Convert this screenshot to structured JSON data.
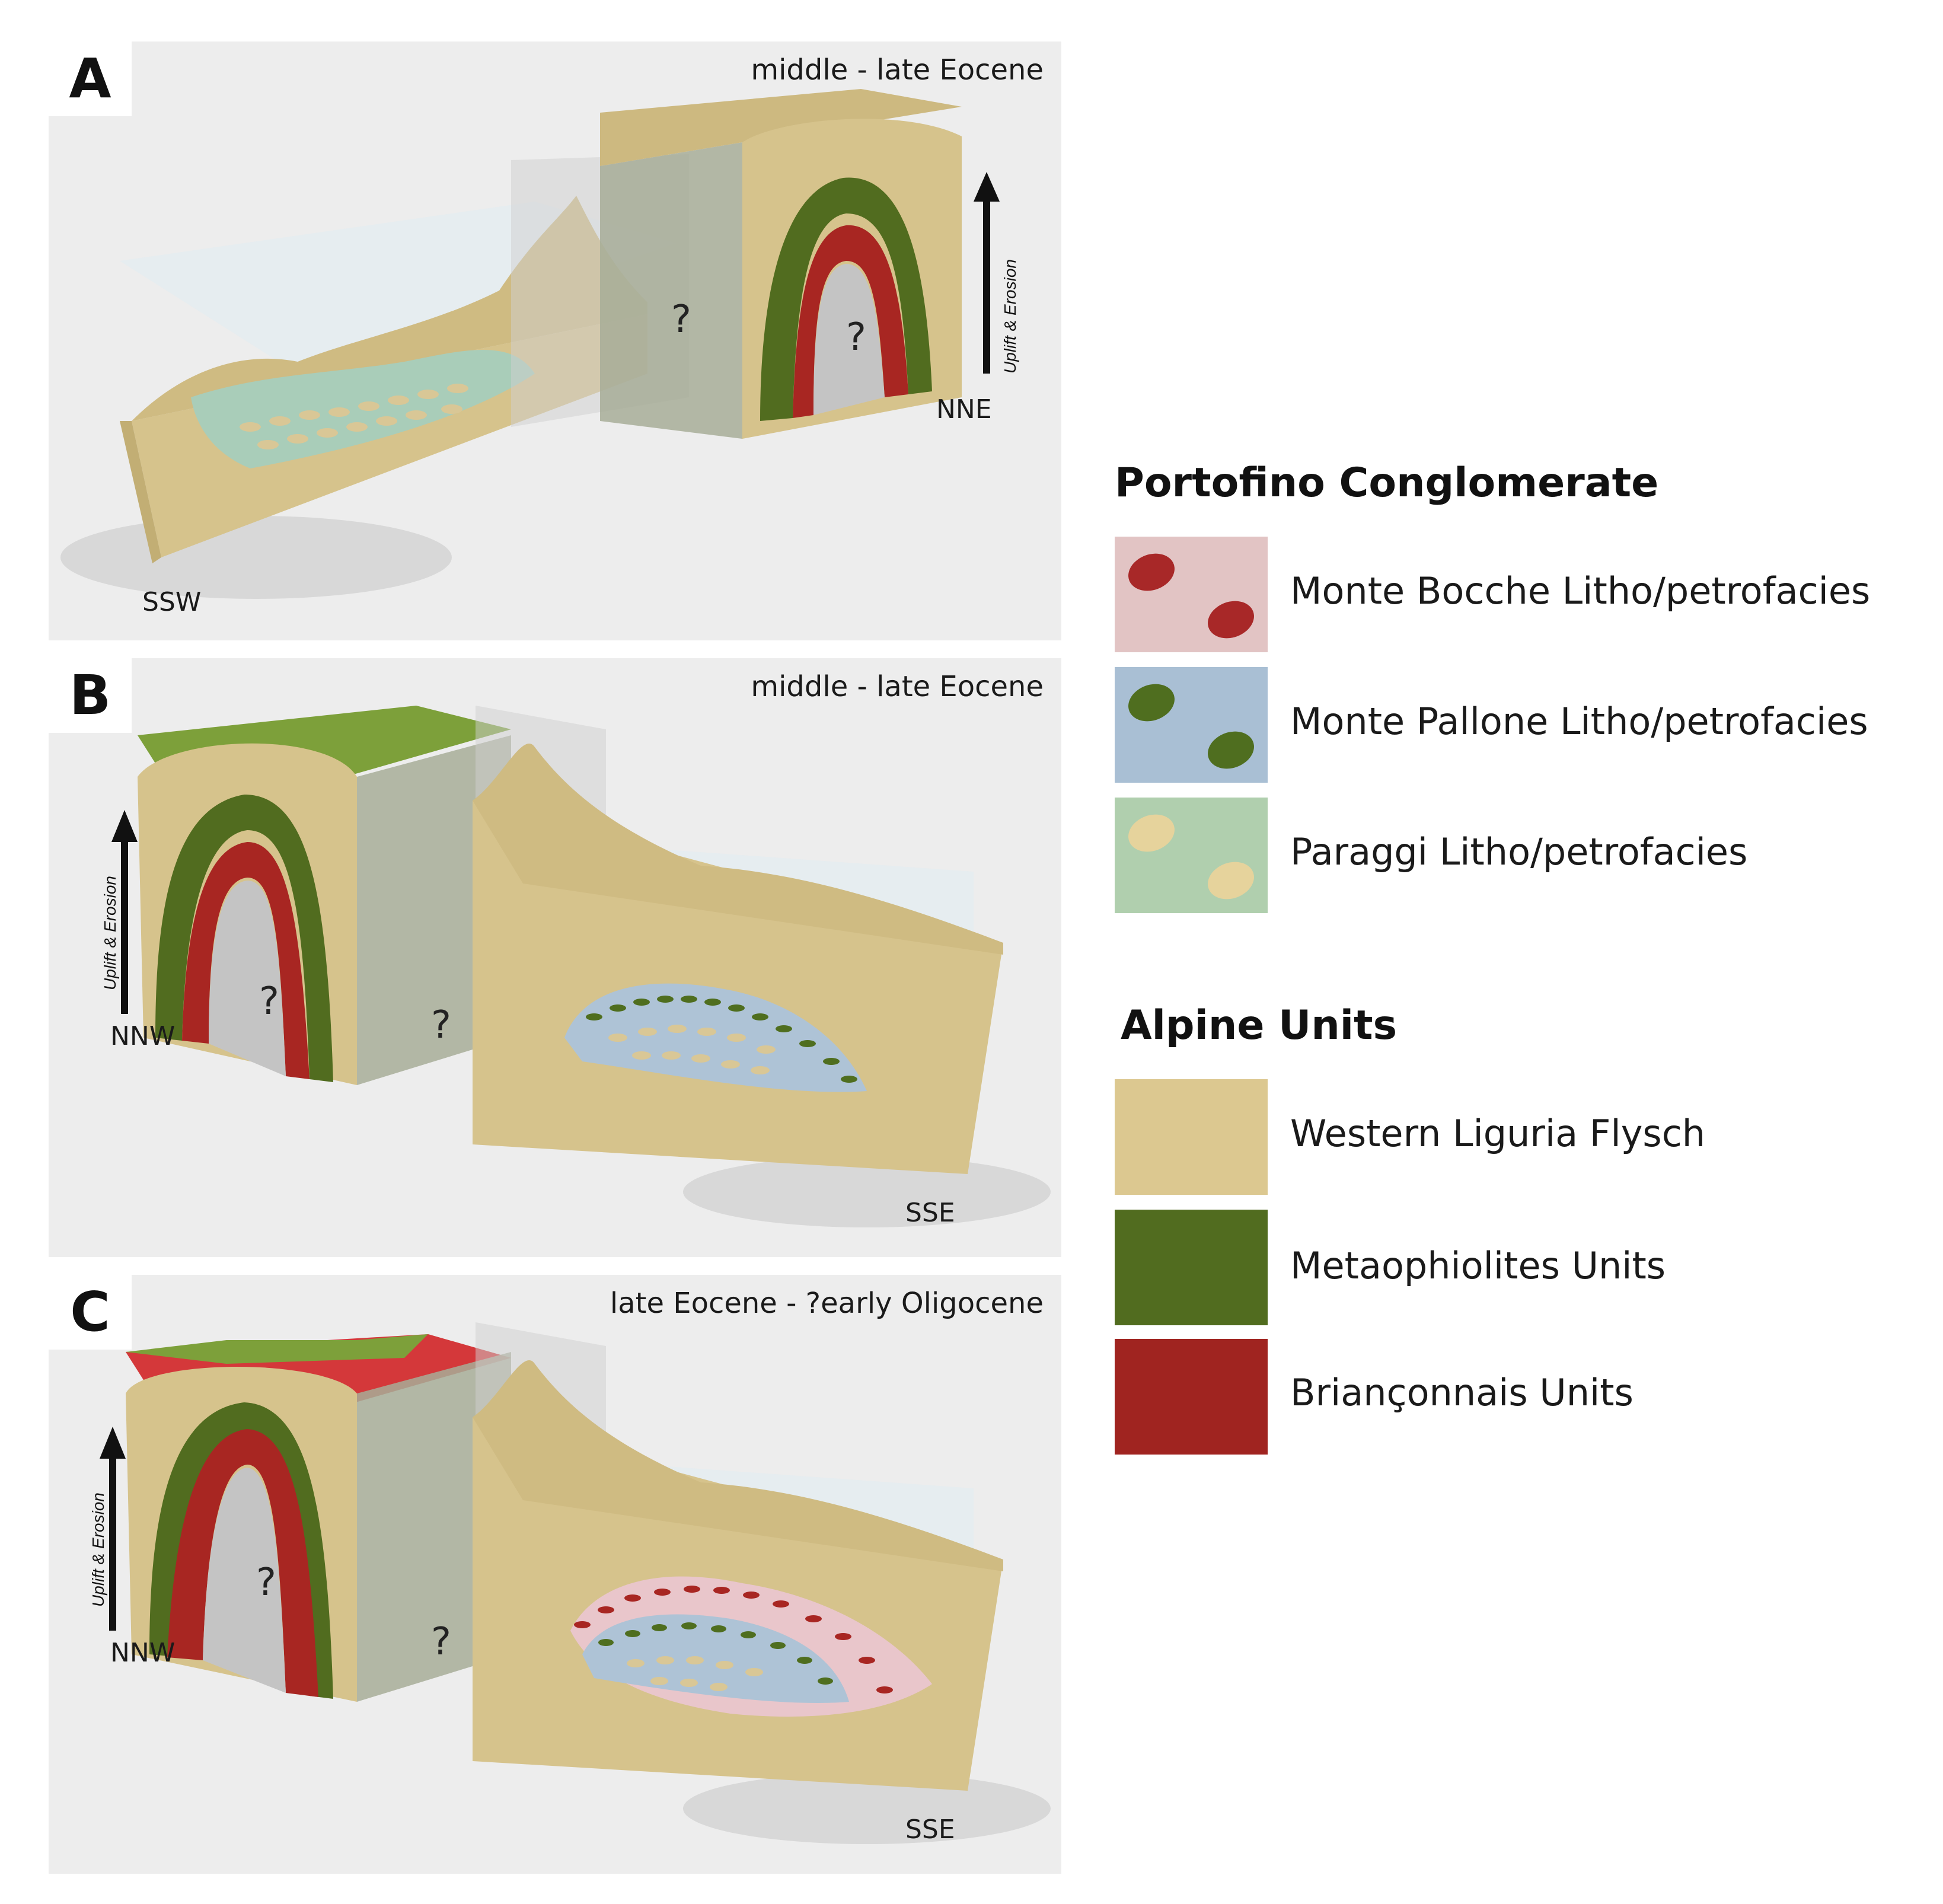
{
  "panels": [
    {
      "letter": "A",
      "period": "middle - late Eocene",
      "dir_left": "SSW",
      "dir_right": "NNE",
      "uplift_label": "Uplift & Erosion",
      "unknown": "?"
    },
    {
      "letter": "B",
      "period": "middle - late Eocene",
      "dir_left": "NNW",
      "dir_right": "SSE",
      "uplift_label": "Uplift & Erosion",
      "unknown": "?"
    },
    {
      "letter": "C",
      "period": "late Eocene - ?early Oligocene",
      "dir_left": "NNW",
      "dir_right": "SSE",
      "uplift_label": "Uplift & Erosion",
      "unknown": "?"
    }
  ],
  "legend": {
    "conglomerate_heading": "Portofino Conglomerate",
    "conglomerate_items": [
      {
        "label": "Monte Bocche Litho/petrofacies",
        "bg_color": "#e2c4c4",
        "clast_color": "#a82828"
      },
      {
        "label": "Monte Pallone Litho/petrofacies",
        "bg_color": "#a9bfd4",
        "clast_color": "#4f6e1f"
      },
      {
        "label": "Paraggi Litho/petrofacies",
        "bg_color": "#b0cfae",
        "clast_color": "#e6d39c"
      }
    ],
    "alpine_heading": "Alpine Units",
    "alpine_items": [
      {
        "label": "Western Liguria Flysch",
        "color": "#dcc890"
      },
      {
        "label": "Metaophiolites Units",
        "color": "#516c1f"
      },
      {
        "label": "Briançonnais Units",
        "color": "#a02420"
      }
    ]
  },
  "colors": {
    "flysch": "#d6c38c",
    "flysch_dark": "#b9a66d",
    "metaophiolite": "#516c1f",
    "brianconnais": "#a82622",
    "core": "#c4c4c4",
    "water": "#dde6ea",
    "monte_bocche_bg": "#e9c6cb",
    "monte_pallone_bg": "#aec3d6",
    "paraggi_bg": "#a9cdb9"
  }
}
